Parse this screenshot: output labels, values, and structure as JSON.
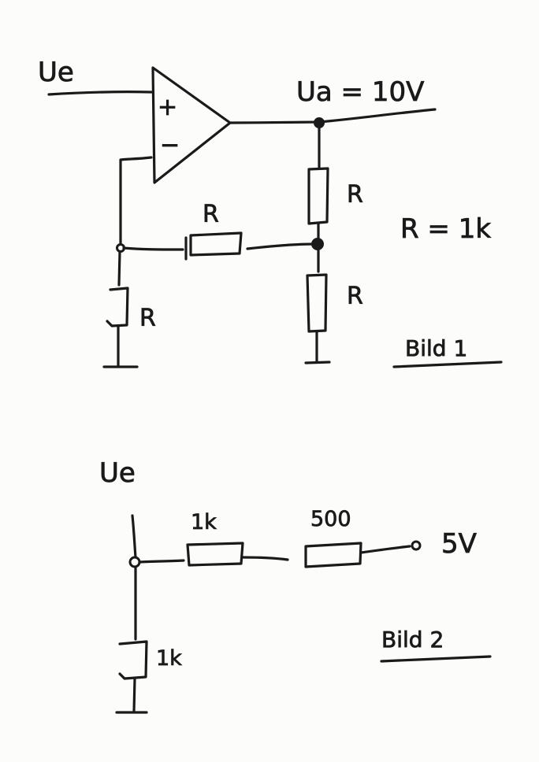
{
  "figure1": {
    "input_label": "Ue",
    "plus_sign": "+",
    "minus_sign": "−",
    "output_label": "Ua = 10V",
    "resistor_feedback_label": "R",
    "resistor_top_right_label": "R",
    "resistor_bottom_right_label": "R",
    "resistor_ground_label": "R",
    "value_note": "R = 1k",
    "caption": "Bild 1"
  },
  "figure2": {
    "input_label": "Ue",
    "resistor_1_label": "1k",
    "resistor_2_label": "500",
    "source_label": "5V",
    "resistor_ground_label": "1k",
    "caption": "Bild 2"
  }
}
